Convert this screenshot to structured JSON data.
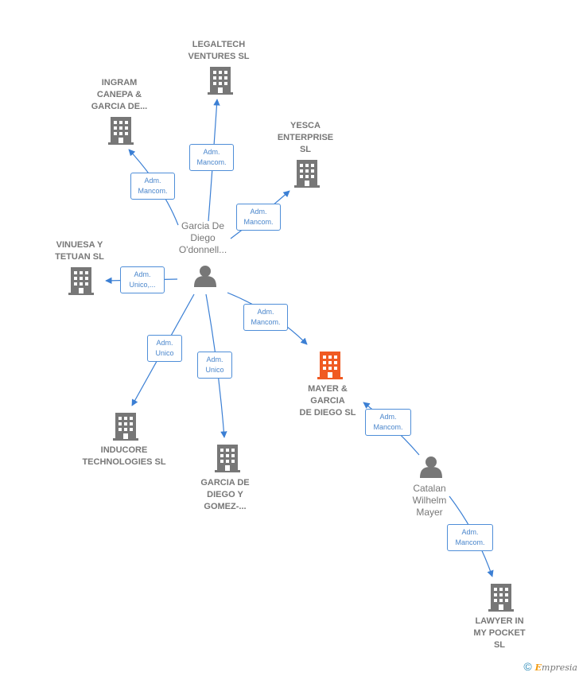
{
  "colors": {
    "edge": "#3b7fd4",
    "company": "#777777",
    "focus_company": "#f05a22",
    "person": "#777777"
  },
  "nodes": {
    "legaltech": {
      "label": "LEGALTECH\nVENTURES  SL",
      "type": "company"
    },
    "ingram": {
      "label": "INGRAM\nCANEPA &\nGARCIA DE...",
      "type": "company"
    },
    "yesca": {
      "label": "YESCA\nENTERPRISE\nSL",
      "type": "company"
    },
    "vinuesa": {
      "label": "VINUESA Y\nTETUAN  SL",
      "type": "company"
    },
    "inducore": {
      "label": "INDUCORE\nTECHNOLOGIES SL",
      "type": "company"
    },
    "garcia_gomez": {
      "label": "GARCIA DE\nDIEGO Y\nGOMEZ-...",
      "type": "company"
    },
    "mayer": {
      "label": "MAYER &\nGARCIA\nDE DIEGO  SL",
      "type": "focus"
    },
    "lawyer": {
      "label": "LAWYER IN\nMY POCKET\nSL",
      "type": "company"
    },
    "garcia_person": {
      "label": "Garcia De\nDiego\nO'donnell...",
      "type": "person"
    },
    "catalan_person": {
      "label": "Catalan\nWilhelm\nMayer",
      "type": "person"
    }
  },
  "edges": {
    "e_legaltech": {
      "line1": "Adm.",
      "line2": "Mancom."
    },
    "e_ingram": {
      "line1": "Adm.",
      "line2": "Mancom."
    },
    "e_yesca": {
      "line1": "Adm.",
      "line2": "Mancom."
    },
    "e_vinuesa": {
      "line1": "Adm.",
      "line2": "Unico,..."
    },
    "e_mayer1": {
      "line1": "Adm.",
      "line2": "Mancom."
    },
    "e_inducore": {
      "line1": "Adm.",
      "line2": "Unico"
    },
    "e_garcia_gomez": {
      "line1": "Adm.",
      "line2": "Unico"
    },
    "e_mayer2": {
      "line1": "Adm.",
      "line2": "Mancom."
    },
    "e_lawyer": {
      "line1": "Adm.",
      "line2": "Mancom."
    }
  },
  "footer": {
    "copyright": "©",
    "brand_first": "E",
    "brand_rest": "mpresia"
  }
}
